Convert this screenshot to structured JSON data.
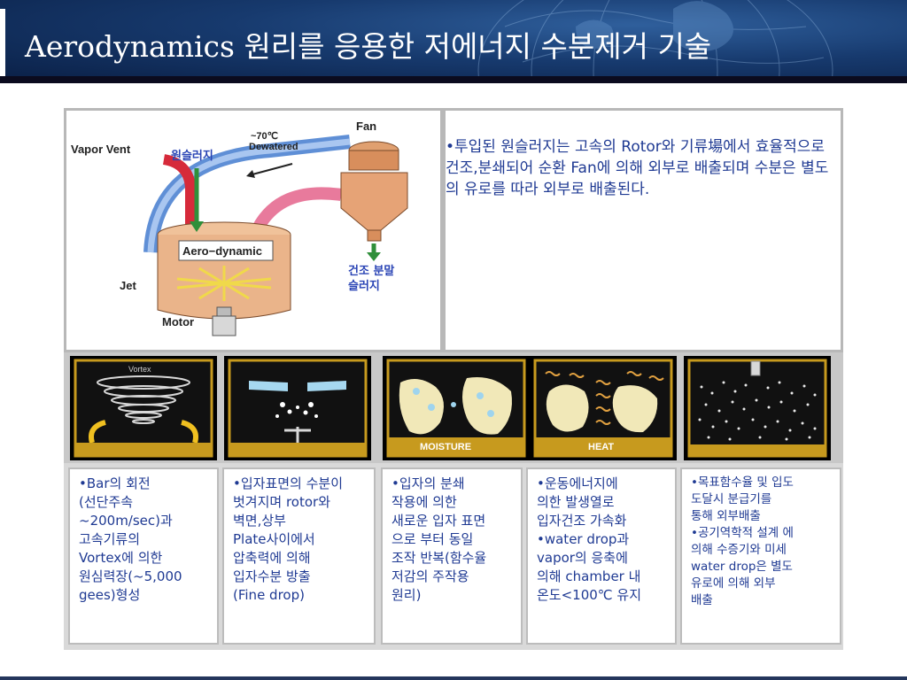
{
  "slide": {
    "title": "Aerodynamics 원리를 응용한 저에너지 수분제거 기술"
  },
  "diagram": {
    "labels": {
      "fan": "Fan",
      "dewatered_temp": "~70℃",
      "dewatered": "Dewatered",
      "vapor_vent": "Vapor Vent",
      "raw_sludge": "원슬러지",
      "aero_dynamic": "Aero−dynamic",
      "jet": "Jet",
      "motor": "Motor",
      "dry_powder_line1": "건조 분말",
      "dry_powder_line2": "슬러지"
    }
  },
  "description": "•투입된 원슬러지는 고속의 Rotor와 기류場에서 효율적으로 건조,분쇄되어 순환 Fan에 의해 외부로 배출되며 수분은 별도의 유로를 따라 외부로 배출된다.",
  "panels": {
    "vortex_label": "Vortex",
    "moisture_label": "MOISTURE",
    "heat_label": "HEAT"
  },
  "columns": [
    "•Bar의 회전\n(선단주속\n~200m/sec)과\n고속기류의\nVortex에 의한\n원심력장(~5,000\ngees)형성",
    "•입자표면의 수분이\n벗겨지며 rotor와\n벽면,상부\nPlate사이에서\n압축력에 의해\n입자수분 방출\n(Fine drop)",
    "•입자의 분쇄\n작용에 의한\n새로운 입자 표면\n으로 부터 동일\n조작 반복(함수율\n저감의 주작용\n원리)",
    "•운동에너지에\n의한 발생열로\n입자건조 가속화\n•water drop과\nvapor의 응축에\n의해 chamber 내\n온도<100℃ 유지",
    "•목표함수율 및 입도\n도달시 분급기를\n통해 외부배출\n•공기역학적 설계 에\n의해 수증기와 미세\nwater drop은 별도\n유로에 의해 외부\n배출"
  ]
}
